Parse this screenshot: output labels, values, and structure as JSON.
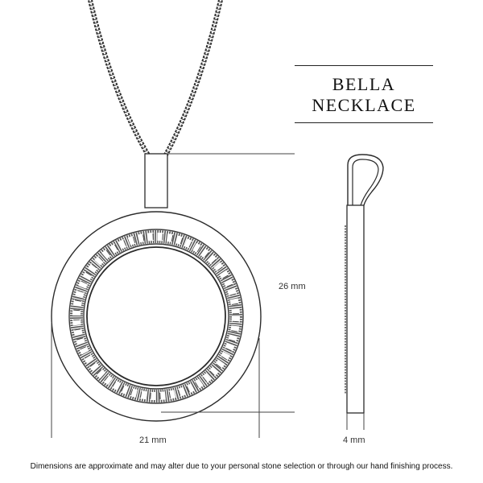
{
  "product": {
    "title_line1": "BELLA",
    "title_line2": "NECKLACE"
  },
  "dimensions": {
    "height": "26 mm",
    "width": "21 mm",
    "depth": "4 mm"
  },
  "disclaimer": "Dimensions are approximate and may alter due to your personal stone selection or through our hand finishing process.",
  "colors": {
    "line": "#2b2b2b",
    "background": "#ffffff"
  }
}
